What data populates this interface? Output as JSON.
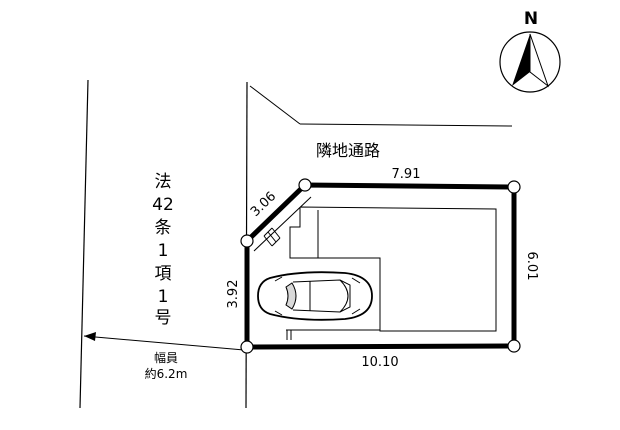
{
  "compass": {
    "north_label": "N",
    "icon": "compass-north-icon"
  },
  "road": {
    "type_chars": [
      "法",
      "42",
      "条",
      "1",
      "項",
      "1",
      "号"
    ],
    "width_label": "幅員",
    "width_value": "約6.2m"
  },
  "neighbor_path_label": "隣地通路",
  "dimensions": {
    "top": "7.91",
    "diagonal": "3.06",
    "left": "3.92",
    "right": "6.01",
    "bottom": "10.10"
  },
  "icons": {
    "car": "car-icon"
  },
  "colors": {
    "line": "#000000",
    "background": "#ffffff"
  }
}
